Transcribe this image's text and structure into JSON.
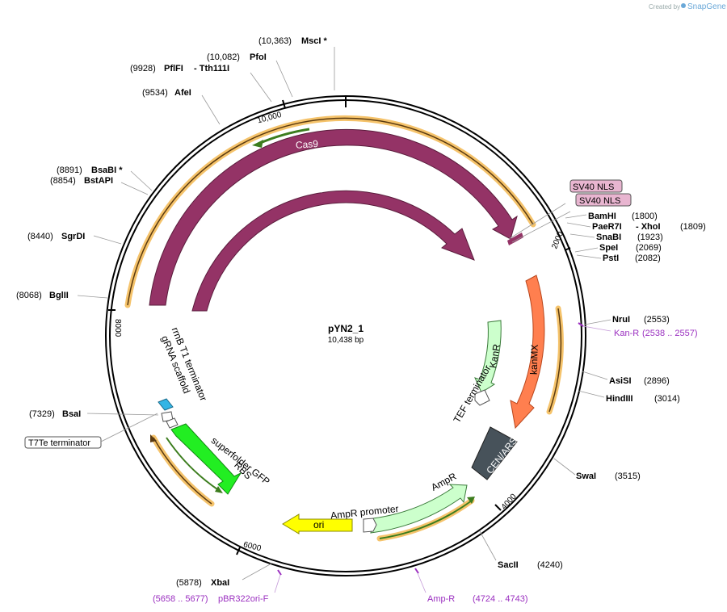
{
  "credit": {
    "prefix": "Created by",
    "brand": "SnapGene"
  },
  "plasmid": {
    "name": "pYN2_1",
    "length": "10,438 bp"
  },
  "ticks": [
    "10,000",
    "2000",
    "4000",
    "6000",
    "8000"
  ],
  "sites": [
    {
      "pos": "(10,363)",
      "name": "MscI *"
    },
    {
      "pos": "(10,082)",
      "name": "PfoI"
    },
    {
      "pos": "(9928)",
      "name": "PflFI",
      "name2": "- Tth111I"
    },
    {
      "pos": "(9534)",
      "name": "AfeI"
    },
    {
      "pos": "(8891)",
      "name": "BsaBI *"
    },
    {
      "pos": "(8854)",
      "name": "BstAPI"
    },
    {
      "pos": "(8440)",
      "name": "SgrDI"
    },
    {
      "pos": "(8068)",
      "name": "BglII"
    },
    {
      "pos": "(7329)",
      "name": "BsaI"
    },
    {
      "pos": "(5878)",
      "name": "XbaI"
    },
    {
      "pos": "(1800)",
      "name": "BamHI"
    },
    {
      "pos": "(1809)",
      "name": "PaeR7I",
      "name2": "- XhoI"
    },
    {
      "pos": "(1923)",
      "name": "SnaBI"
    },
    {
      "pos": "(2069)",
      "name": "SpeI"
    },
    {
      "pos": "(2082)",
      "name": "PstI"
    },
    {
      "pos": "(2553)",
      "name": "NruI"
    },
    {
      "pos": "(2896)",
      "name": "AsiSI"
    },
    {
      "pos": "(3014)",
      "name": "HindIII"
    },
    {
      "pos": "(3515)",
      "name": "SwaI"
    },
    {
      "pos": "(4240)",
      "name": "SacII"
    }
  ],
  "primers": [
    {
      "name": "Kan-R",
      "range": "(2538 .. 2557)"
    },
    {
      "name": "pBR322ori-F",
      "range": "(5658 .. 5677)"
    },
    {
      "name": "Amp-R",
      "range": "(4724 .. 4743)"
    }
  ],
  "features": {
    "cas9_outer": "Cas9",
    "cas9_inner": "Cas9",
    "sv40_1": "SV40 NLS",
    "sv40_2": "SV40 NLS",
    "kanmx": "kanMX",
    "kanr": "KanR",
    "tef": "TEF terminator",
    "cenars": "CEN/ARS",
    "ampr": "AmpR",
    "ampr_promoter": "AmpR promoter",
    "ori": "ori",
    "sfgfp": "superfolder GFP",
    "rbs": "RBS",
    "t7te": "T7Te terminator",
    "rrnb": "rrnB T1 terminator",
    "grna": "gRNA scaffold"
  },
  "colors": {
    "cas9": "#943366",
    "kanmx": "#ff7f4f",
    "kanr": "#ccffcc",
    "cenars": "#47525a",
    "ori": "#ffff00",
    "sfgfp": "#22ee22",
    "orf_halo": "#f5c36b",
    "orf_arrow": "#3c7d1e",
    "primer": "#9b30c0",
    "terminator": "#33b5e5",
    "sv40": "#e8b5d0"
  }
}
